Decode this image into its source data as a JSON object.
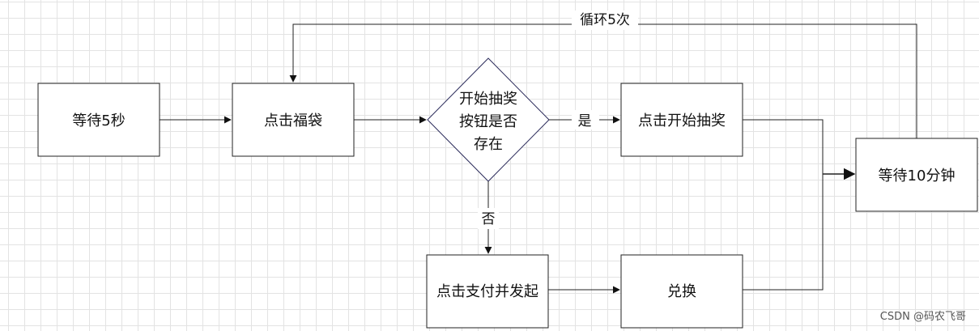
{
  "nodes": {
    "wait5": "等待5秒",
    "click_bag": "点击福袋",
    "decision": [
      "开始抽奖",
      "按钮是否",
      "存在"
    ],
    "start_draw": "点击开始抽奖",
    "wait10": "等待10分钟",
    "pay": "点击支付并发起",
    "exchange": "兑换"
  },
  "edges": {
    "yes": "是",
    "no": "否",
    "loop": "循环5次"
  },
  "watermark": "CSDN @码农飞哥"
}
